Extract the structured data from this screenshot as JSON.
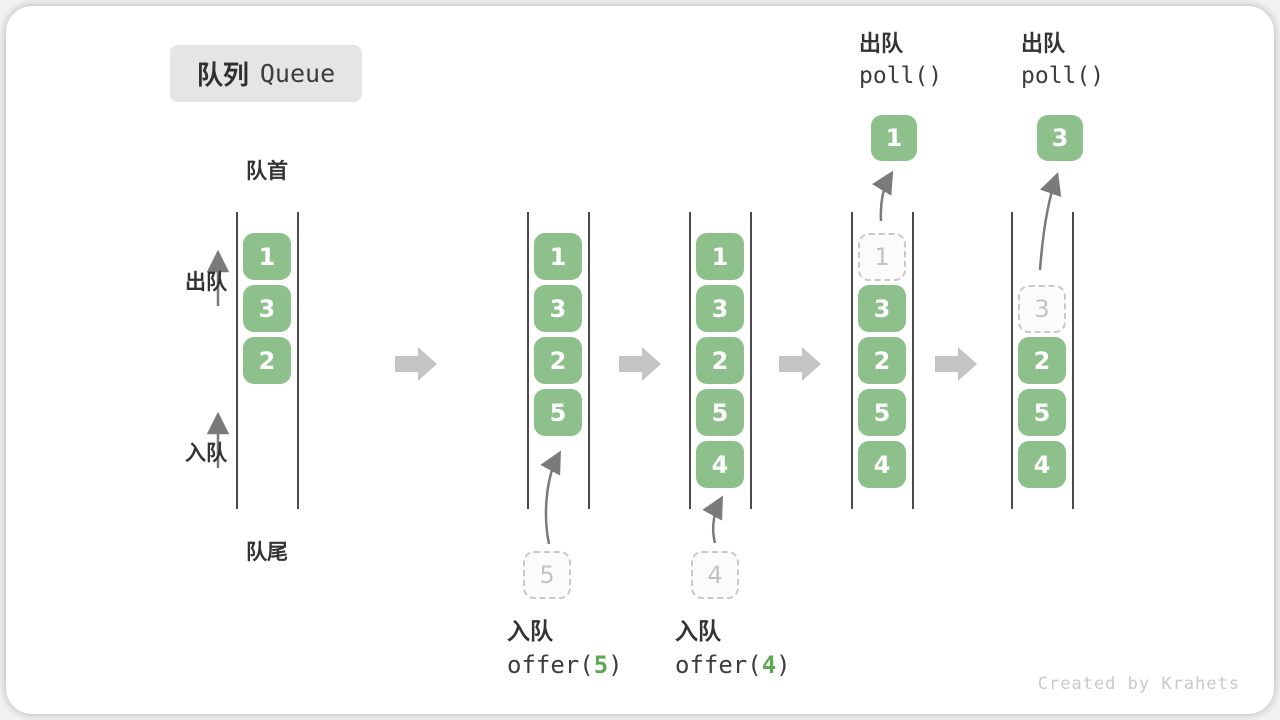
{
  "title": {
    "zh": "队列",
    "en": "Queue"
  },
  "labels": {
    "front": "队首",
    "rear": "队尾",
    "side_dequeue": "出队",
    "side_enqueue": "入队"
  },
  "queues": [
    {
      "name": "state-initial",
      "boxes": [
        {
          "v": "1"
        },
        {
          "v": "3"
        },
        {
          "v": "2"
        }
      ]
    },
    {
      "name": "state-after-offer5",
      "boxes": [
        {
          "v": "1"
        },
        {
          "v": "3"
        },
        {
          "v": "2"
        },
        {
          "v": "5"
        }
      ]
    },
    {
      "name": "state-after-offer4",
      "boxes": [
        {
          "v": "1"
        },
        {
          "v": "3"
        },
        {
          "v": "2"
        },
        {
          "v": "5"
        },
        {
          "v": "4"
        }
      ]
    },
    {
      "name": "state-after-poll1",
      "boxes": [
        {
          "v": "1",
          "dashed": true
        },
        {
          "v": "3"
        },
        {
          "v": "2"
        },
        {
          "v": "5"
        },
        {
          "v": "4"
        }
      ]
    },
    {
      "name": "state-after-poll3",
      "boxes": [
        {
          "v": "3",
          "dashed": true
        },
        {
          "v": "2"
        },
        {
          "v": "5"
        },
        {
          "v": "4"
        }
      ]
    }
  ],
  "pending_items": [
    {
      "value": "5"
    },
    {
      "value": "4"
    }
  ],
  "polled_items": [
    {
      "value": "1"
    },
    {
      "value": "3"
    }
  ],
  "ops": {
    "enqueue_5": {
      "label": "入队",
      "fn": "offer(",
      "arg": "5",
      "close": ")"
    },
    "enqueue_4": {
      "label": "入队",
      "fn": "offer(",
      "arg": "4",
      "close": ")"
    },
    "poll_a": {
      "label": "出队",
      "fn": "poll()"
    },
    "poll_b": {
      "label": "出队",
      "fn": "poll()"
    }
  },
  "colors": {
    "item_green": "#8dc08a",
    "code_arg_green": "#61a556",
    "text_dark": "#3c3c3c",
    "block_arrow_gray": "#c4c4c4",
    "thin_arrow_gray": "#7a7a7a",
    "dashed_gray": "#c9c9c9",
    "title_bg": "#e5e5e5"
  },
  "watermark": "Created by Krahets"
}
